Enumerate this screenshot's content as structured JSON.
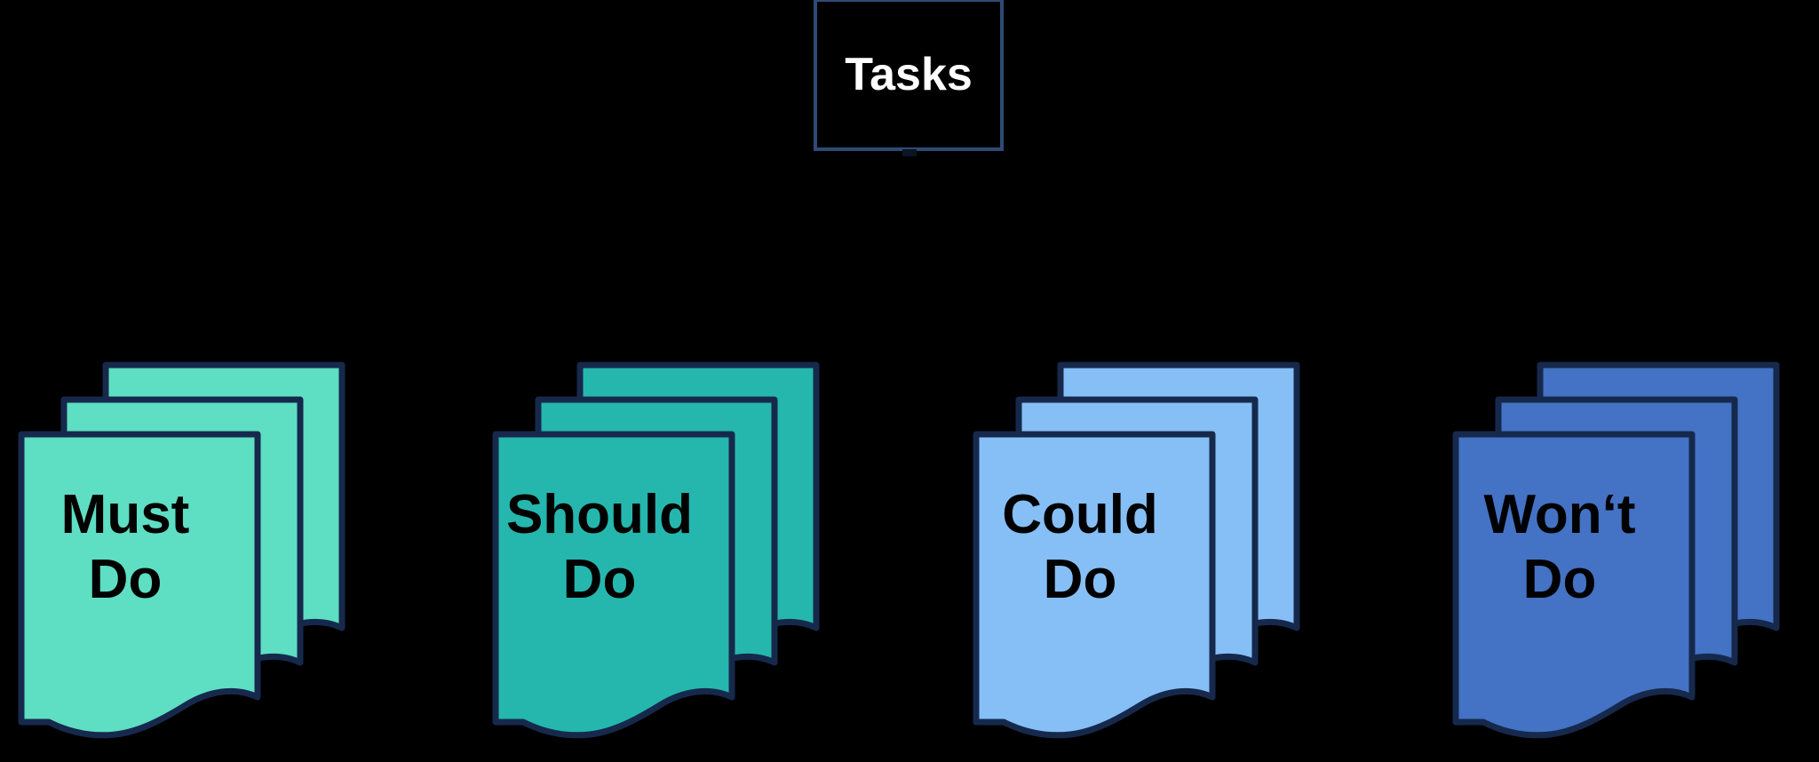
{
  "diagram": {
    "type": "moscow-prioritization",
    "background_color": "#000000",
    "root": {
      "label": "Tasks",
      "text_color": "#FFFFFF",
      "fill_color": "#000000",
      "border_color": "#2E4A77"
    },
    "outline_color": "#16294C",
    "cards": [
      {
        "id": "must-do",
        "line1": "Must",
        "line2": "Do",
        "fill_color": "#5EDEC2",
        "text_color": "#000000",
        "layers": 3
      },
      {
        "id": "should-do",
        "line1": "Should",
        "line2": "Do",
        "fill_color": "#25B7AE",
        "text_color": "#000000",
        "layers": 3
      },
      {
        "id": "could-do",
        "line1": "Could",
        "line2": "Do",
        "fill_color": "#86BFF5",
        "text_color": "#000000",
        "layers": 3
      },
      {
        "id": "wont-do",
        "line1": "Won‘t",
        "line2": "Do",
        "fill_color": "#4472C4",
        "text_color": "#000000",
        "layers": 3
      }
    ]
  }
}
